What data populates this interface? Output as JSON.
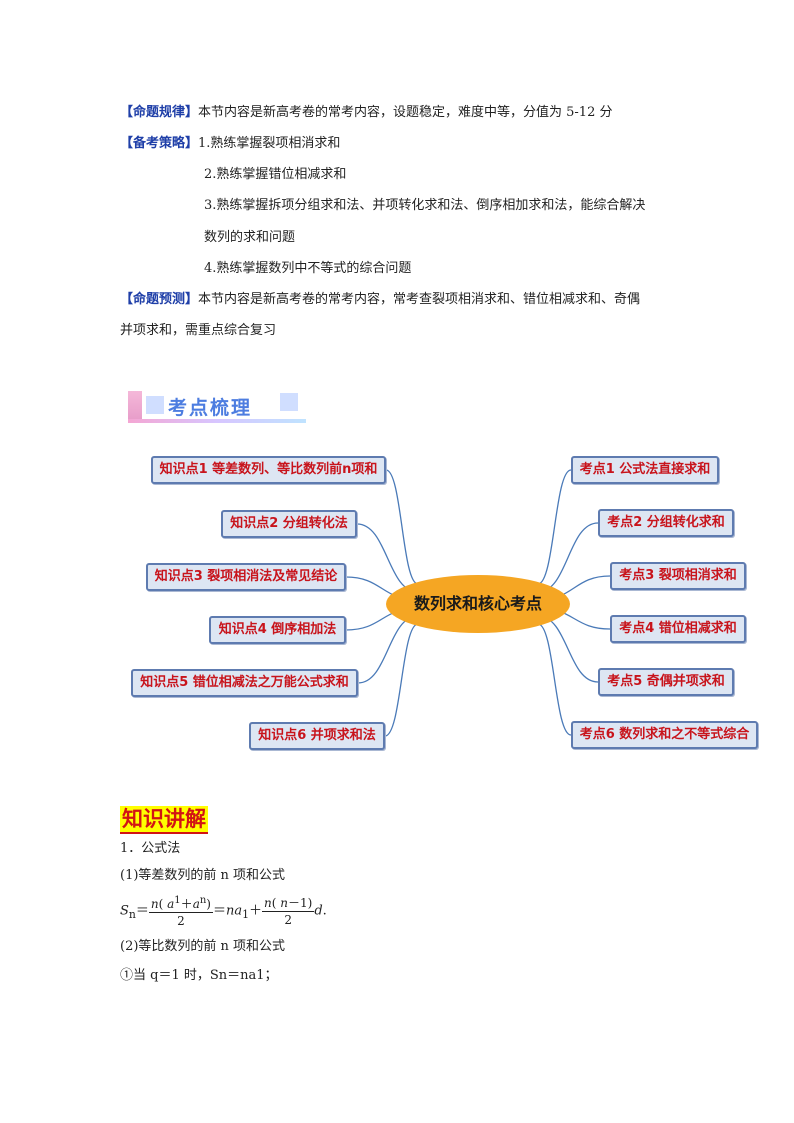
{
  "intro": {
    "rule_tag": "【命题规律】",
    "rule_text": "本节内容是新高考卷的常考内容，设题稳定，难度中等，分值为 5-12 分",
    "strategy_tag": "【备考策略】",
    "strategy_items": [
      "1.熟练掌握裂项相消求和",
      "2.熟练掌握错位相减求和",
      "3.熟练掌握拆项分组求和法、并项转化求和法、倒序相加求和法，能综合解决",
      "数列的求和问题",
      "4.熟练掌握数列中不等式的综合问题"
    ],
    "predict_tag": "【命题预测】",
    "predict_text_1": "本节内容是新高考卷的常考内容，常考查裂项相消求和、错位相减求和、奇偶",
    "predict_text_2": "并项求和，需重点综合复习"
  },
  "banner_title": "考点梳理",
  "mindmap": {
    "center": "数列求和核心考点",
    "left": [
      "知识点1 等差数列、等比数列前n项和",
      "知识点2 分组转化法",
      "知识点3 裂项相消法及常见结论",
      "知识点4 倒序相加法",
      "知识点5 错位相减法之万能公式求和",
      "知识点6 并项求和法"
    ],
    "right": [
      "考点1 公式法直接求和",
      "考点2 分组转化求和",
      "考点3 裂项相消求和",
      "考点4 错位相减求和",
      "考点5 奇偶并项求和",
      "考点6 数列求和之不等式综合"
    ],
    "link_color": "#4a7ab8"
  },
  "lecture": {
    "title": "知识讲解",
    "l1": "1．公式法",
    "l2": "(1)等差数列的前 n 项和公式",
    "l3": "(2)等比数列的前 n 项和公式",
    "l4": "①当 q＝1 时，Sn＝na1；"
  }
}
